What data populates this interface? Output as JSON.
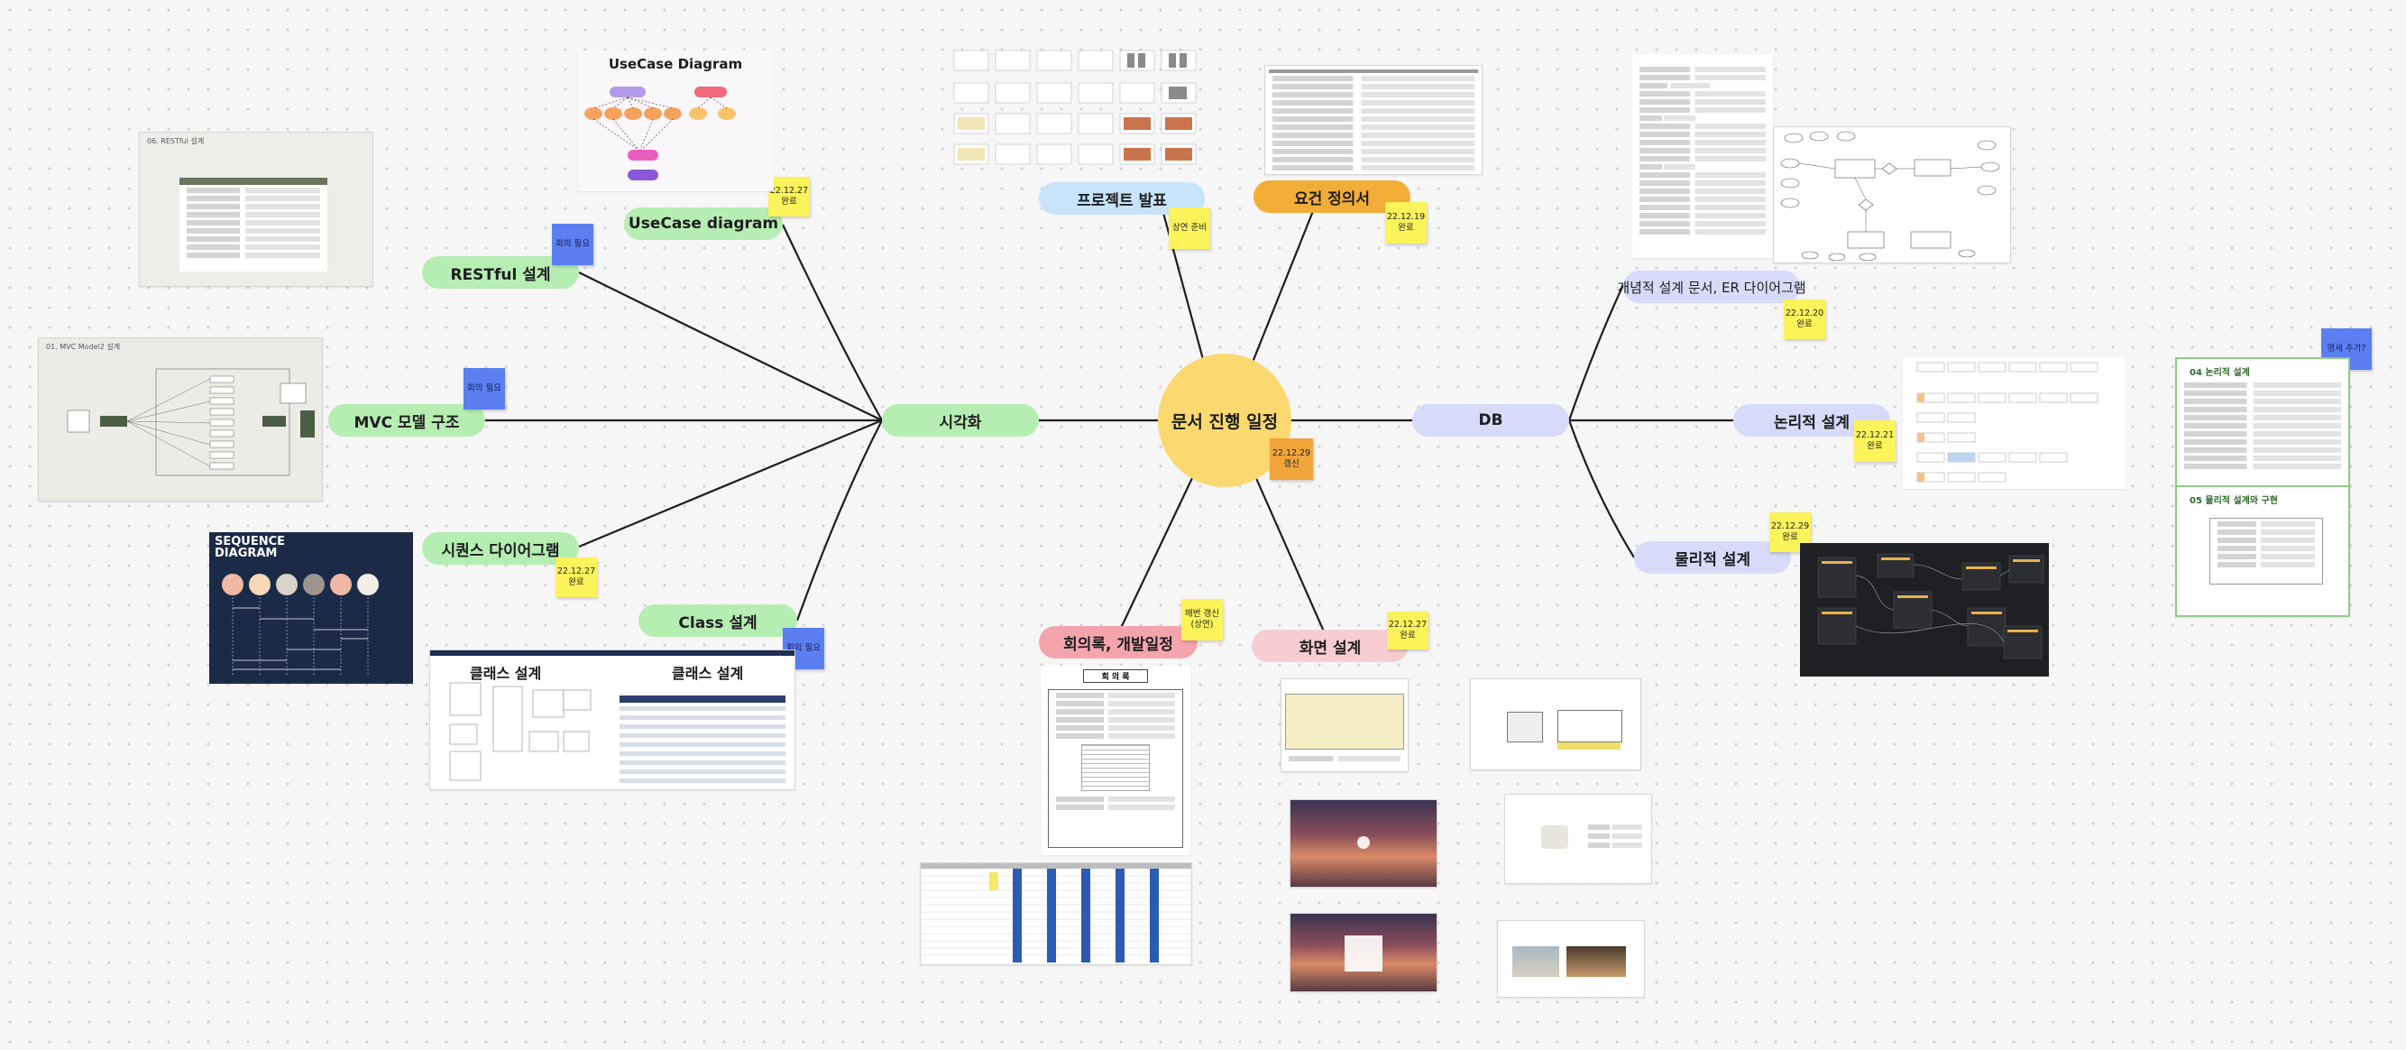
{
  "center": {
    "title": "문서 진행 일정",
    "note": "22.12.29\n갱신"
  },
  "branches": {
    "visualization": "시각화",
    "db": "DB",
    "project_presentation": "프로젝트 발표",
    "requirements": "요건 정의서",
    "minutes": "회의록, 개발일정",
    "screen_design": "화면 설계"
  },
  "visualization_children": {
    "usecase": "UseCase diagram",
    "restful": "RESTful 설계",
    "mvc": "MVC 모델 구조",
    "sequence": "시퀀스 다이어그램",
    "class": "Class 설계"
  },
  "db_children": {
    "conceptual": "개념적 설계 문서, ER 다이어그램",
    "logical": "논리적 설계",
    "physical": "물리적 설계"
  },
  "stickies": {
    "usecase_done": "22.12.27\n완료",
    "restful_todo": "회의 필요",
    "mvc_todo": "회의 필요",
    "sequence_done": "22.12.27\n완료",
    "class_todo": "회의 필요",
    "presentation": "상연 준비",
    "requirements_done": "22.12.19\n완료",
    "minutes": "매번 갱신\n(상연)",
    "screen_done": "22.12.27\n완료",
    "conceptual_done": "22.12.20\n완료",
    "logical_done": "22.12.21\n완료",
    "physical_done": "22.12.29\n완료",
    "spec_add": "명세 추가?"
  },
  "thumbnails": {
    "usecase_title": "UseCase Diagram",
    "restful_title": "06. RESTful 설계",
    "mvc_title": "01. MVC Model2 설계",
    "sequence_title": "SEQUENCE\nDIAGRAM",
    "class_title_left": "클래스 설계",
    "class_title_right": "클래스 설계",
    "minutes_title": "회 의 록",
    "logical_doc_title": "04 논리적 설계",
    "physical_doc_title": "05 물리적 설계와 구현"
  },
  "colors": {
    "center": "#fbd970",
    "green_node": "#b6edb2",
    "purple_node": "#d8daf9",
    "presentation": "#c7e4fb",
    "requirements": "#f2ad36",
    "minutes": "#f4a4ab",
    "screen": "#f8cdd2",
    "sticky_yellow": "#fbf35a",
    "sticky_blue": "#5b7ff0",
    "sticky_orange": "#f1a43a"
  }
}
